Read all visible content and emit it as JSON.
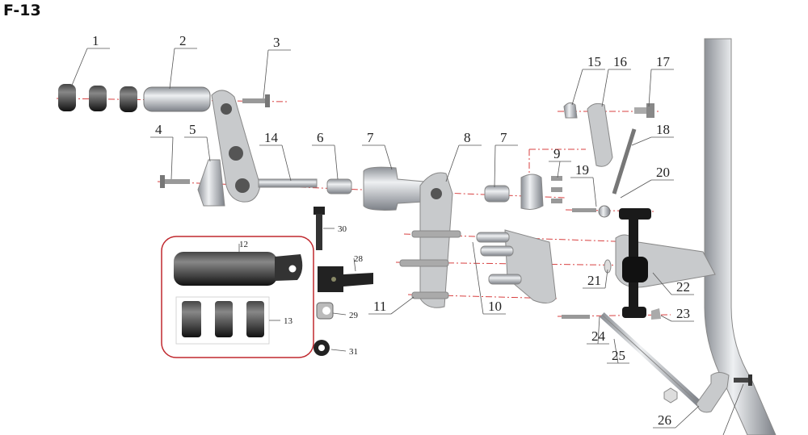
{
  "title": "F-13",
  "colors": {
    "axis_line": "#d84040",
    "kit_box": "#c0282e",
    "metal": "#b9bcc0",
    "black_part": "#1a1a1a"
  },
  "callouts": [
    "1",
    "2",
    "3",
    "4",
    "5",
    "14",
    "6",
    "7",
    "8",
    "7",
    "9",
    "15",
    "16",
    "17",
    "18",
    "19",
    "20",
    "30",
    "12",
    "28",
    "13",
    "29",
    "31",
    "11",
    "10",
    "21",
    "22",
    "23",
    "24",
    "25",
    "26"
  ]
}
